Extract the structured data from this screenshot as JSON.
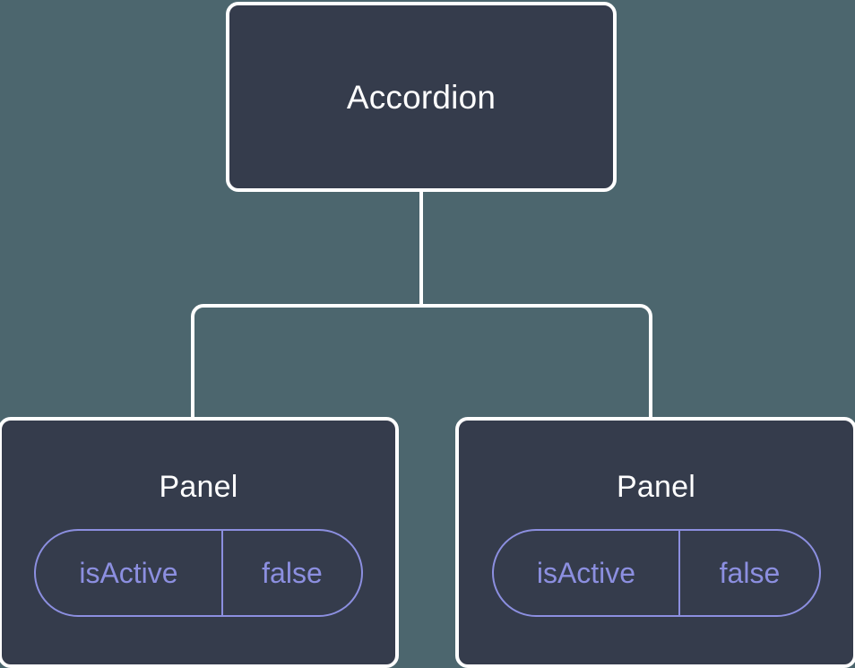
{
  "canvas": {
    "background_color": "#4c666e",
    "node_fill_color": "#353c4c",
    "node_border_color": "#ffffff",
    "connector_color": "#ffffff",
    "prop_accent_color": "#8c8fe0"
  },
  "tree": {
    "root": {
      "label": "Accordion"
    },
    "children": [
      {
        "label": "Panel",
        "props": [
          {
            "key": "isActive",
            "value": "false"
          }
        ]
      },
      {
        "label": "Panel",
        "props": [
          {
            "key": "isActive",
            "value": "false"
          }
        ]
      }
    ]
  }
}
